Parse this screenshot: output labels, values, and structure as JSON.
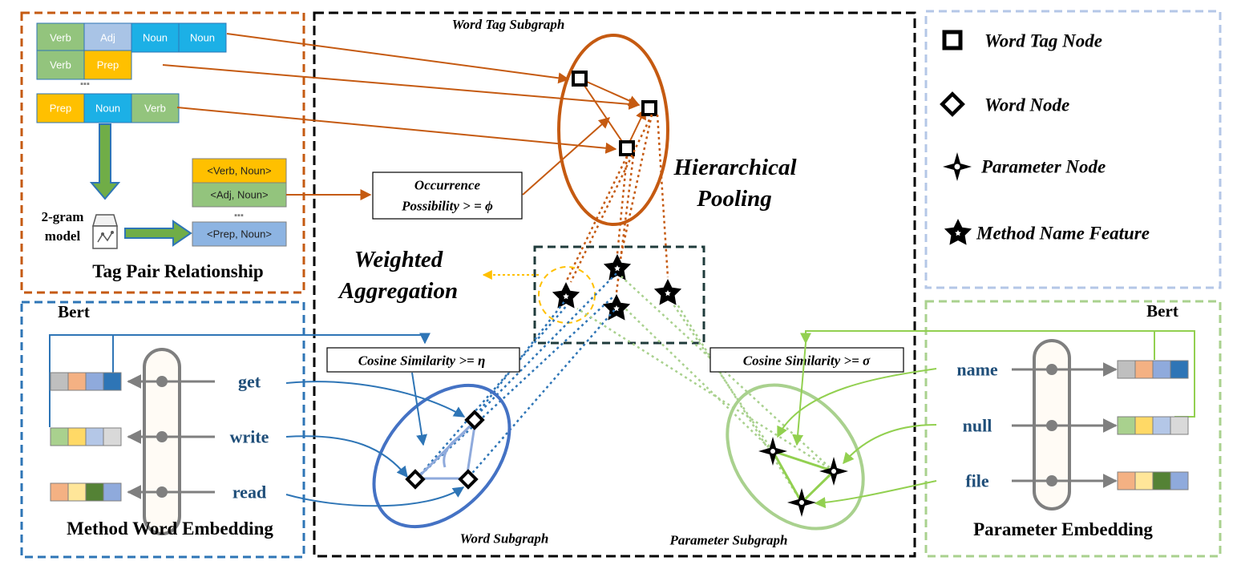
{
  "tag_pair_panel": {
    "title": "Tag Pair Relationship",
    "model_label_1": "2-gram",
    "model_label_2": "model",
    "ellipsis": "▪▪▪",
    "tag_rows": [
      [
        {
          "label": "Verb",
          "color": "#93c47d"
        },
        {
          "label": "Adj",
          "color": "#a9c4e6"
        },
        {
          "label": "Noun",
          "color": "#1cb0e6"
        },
        {
          "label": "Noun",
          "color": "#1cb0e6"
        }
      ],
      [
        {
          "label": "Verb",
          "color": "#93c47d"
        },
        {
          "label": "Prep",
          "color": "#ffc000"
        }
      ],
      [
        {
          "label": "Prep",
          "color": "#ffc000"
        },
        {
          "label": "Noun",
          "color": "#1cb0e6"
        },
        {
          "label": "Verb",
          "color": "#93c47d"
        }
      ]
    ],
    "pairs": [
      {
        "label": "<Verb, Noun>",
        "color": "#ffc000"
      },
      {
        "label": "<Adj, Noun>",
        "color": "#93c47d"
      },
      {
        "label": "<Prep, Noun>",
        "color": "#8db4e2"
      }
    ]
  },
  "center": {
    "word_tag_subgraph": "Word Tag Subgraph",
    "occurrence_1": "Occurrence",
    "occurrence_2": "Possibility > = ϕ",
    "hierarchical_1": "Hierarchical",
    "hierarchical_2": "Pooling",
    "weighted_1": "Weighted",
    "weighted_2": "Aggregation",
    "cos_eta": "Cosine Similarity >=  η",
    "cos_sigma": "Cosine Similarity >=  σ",
    "word_subgraph": "Word Subgraph",
    "parameter_subgraph": "Parameter Subgraph"
  },
  "legend": {
    "word_tag_node": "Word Tag Node",
    "word_node": "Word Node",
    "parameter_node": "Parameter Node",
    "method_name_feature": "Method Name Feature"
  },
  "method_panel": {
    "bert": "Bert",
    "title": "Method Word Embedding",
    "words": [
      "get",
      "write",
      "read"
    ],
    "vectors": [
      [
        "#bfbfbf",
        "#f4b183",
        "#8faadc",
        "#2e75b6"
      ],
      [
        "#a9d18e",
        "#ffd966",
        "#b4c7e7",
        "#d9d9d9"
      ],
      [
        "#f4b183",
        "#ffe699",
        "#548235",
        "#8faadc"
      ]
    ]
  },
  "param_panel": {
    "bert": "Bert",
    "title": "Parameter Embedding",
    "words": [
      "name",
      "null",
      "file"
    ],
    "vectors": [
      [
        "#bfbfbf",
        "#f4b183",
        "#8faadc",
        "#2e75b6"
      ],
      [
        "#a9d18e",
        "#ffd966",
        "#b4c7e7",
        "#d9d9d9"
      ],
      [
        "#f4b183",
        "#ffe699",
        "#548235",
        "#8faadc"
      ]
    ]
  },
  "colors": {
    "orange": "#c55a11",
    "blue": "#2e75b6",
    "green": "#92d050",
    "dark_teal": "#1f3b3b",
    "yellow": "#ffc000"
  }
}
